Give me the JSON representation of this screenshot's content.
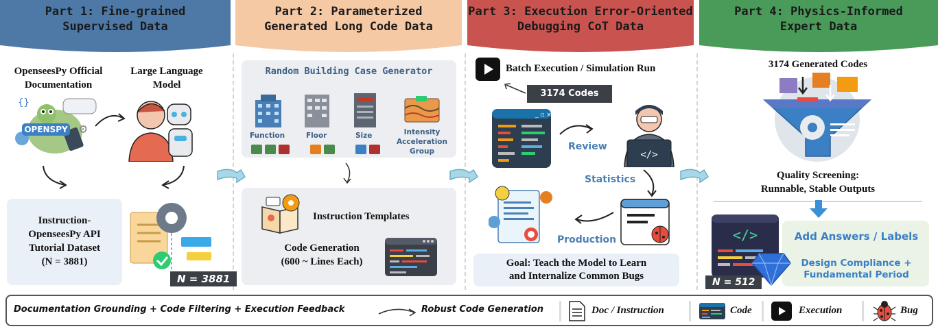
{
  "colors": {
    "part1": "#4e79a7",
    "part2": "#f6c9a5",
    "part3": "#c9534f",
    "part4": "#4a9a5a",
    "accent_blue": "#3b8fd9"
  },
  "part1": {
    "title_line1": "Part 1: Fine-grained",
    "title_line2": "Supervised Data",
    "source_line1": "OpenseesPy Official",
    "source_line2": "Documentation",
    "llm_line1": "Large Language",
    "llm_line2": "Model",
    "logo_text": "OPENSPY",
    "dataset_line1": "Instruction-",
    "dataset_line2": "OpenseesPy API",
    "dataset_line3": "Tutorial Dataset",
    "dataset_line4": "(N = 3881)",
    "badge": "N = 3881"
  },
  "part2": {
    "title_line1": "Part 2: Parameterized",
    "title_line2": "Generated Long Code Data",
    "generator_title": "Random Building Case Generator",
    "params": [
      "Function",
      "Floor",
      "Size"
    ],
    "intensity_line1": "Intensity",
    "intensity_line2": "Acceleration",
    "intensity_line3": "Group",
    "templates": "Instruction Templates",
    "codegen_line1": "Code Generation",
    "codegen_line2": "(600 ~ Lines Each)"
  },
  "part3": {
    "title_line1": "Part 3: Execution Error-Oriented",
    "title_line2": "Debugging CoT Data",
    "batch": "Batch Execution / Simulation Run",
    "codes_badge": "3174 Codes",
    "review": "Review",
    "statistics": "Statistics",
    "production": "Production",
    "goal_line1": "Goal: Teach the Model to Learn",
    "goal_line2": "and Internalize Common Bugs"
  },
  "part4": {
    "title_line1": "Part 4: Physics-Informed",
    "title_line2": "Expert Data",
    "generated": "3174 Generated Codes",
    "screening_line1": "Quality Screening:",
    "screening_line2": "Runnable, Stable Outputs",
    "add_answers": "Add Answers / Labels",
    "design_line1": "Design Compliance +",
    "design_line2": "Fundamental Period",
    "badge": "N = 512"
  },
  "legend": {
    "pipeline": "Documentation Grounding + Code Filtering + Execution Feedback",
    "result": "Robust Code Generation",
    "doc": "Doc / Instruction",
    "code": "Code",
    "execution": "Execution",
    "bug": "Bug"
  }
}
